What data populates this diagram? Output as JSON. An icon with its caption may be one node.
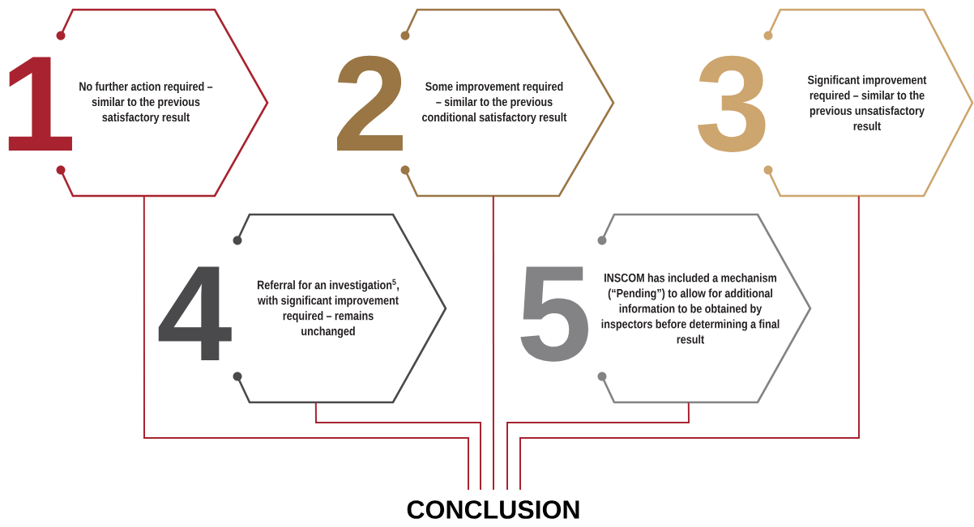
{
  "diagram": {
    "nodes": [
      {
        "text": [
          "1",
          "No further action required – similar to the previous satisfactory result"
        ]
      },
      {
        "text": [
          "2",
          "Some improvement required – similar to the previous conditional satisfactory result"
        ]
      },
      {
        "text": [
          "3",
          "Significant improvement required – similar to the previous unsatisfactory result"
        ]
      },
      {
        "text": [
          "4",
          "Referral for an investigation$^{5}$, with significant improvement required – remains unchanged"
        ]
      },
      {
        "text": [
          "5",
          "INSCOM has included a mechanism (“Pending”) to allow for additional information to be obtained by inspectors before determining a final result"
        ]
      },
      {
        "text": [
          "CONCLUSION"
        ]
      }
    ],
    "edges": [
      {
        "from": 0,
        "to": 5,
        "arrow": "none"
      },
      {
        "from": 1,
        "to": 5,
        "arrow": "none"
      },
      {
        "from": 2,
        "to": 5,
        "arrow": "none"
      },
      {
        "from": 3,
        "to": 5,
        "arrow": "none"
      },
      {
        "from": 4,
        "to": 5,
        "arrow": "none"
      }
    ]
  }
}
